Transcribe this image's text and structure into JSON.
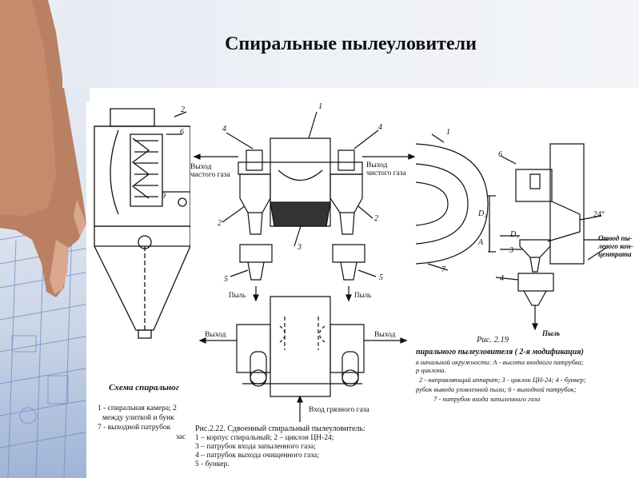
{
  "slide": {
    "title": "Спиральные пылеуловители"
  },
  "left_figure": {
    "numbers": [
      "2",
      "6",
      "9"
    ],
    "caption_title": "Схема спиральног",
    "caption_lines": [
      "1 - спиральная камера; 2",
      "между улиткой и бунк",
      "7 - выходной патрубок",
      "зас"
    ]
  },
  "center_figure": {
    "numbers": [
      "1",
      "4",
      "4",
      "2",
      "2",
      "3",
      "5",
      "5"
    ],
    "label_outlet_left": "Выход\nчистого газа",
    "label_outlet_right": "Выход\nчистого газа",
    "label_dust_left": "Пыль",
    "label_dust_right": "Пыль",
    "label_exit_left": "Выход",
    "label_exit_right": "Выход",
    "label_inlet": "Вход грязного газа",
    "caption_title": "Рис.2.22. Сдвоенный спиральный пылеуловитель:",
    "caption_lines": [
      "1 – корпус спиральный; 2 – циклон ЦН-24;",
      "3 – патрубок входа запыленного газа;",
      "4 – патрубок выхода очищенного газа;",
      "5 - бункер."
    ]
  },
  "right_figure": {
    "numbers": [
      "1",
      "6",
      "7",
      "3",
      "4"
    ],
    "dim_d2": "D₂",
    "dim_a": "A",
    "dim_d1": "D₁",
    "angle": "24°",
    "label_outlet": "Отвод пы-\nлевого кон-\nцентрата",
    "label_dust": "Пыль",
    "fig_number": "Рис. 2.19",
    "caption_title": "пирального пылеуловителя ( 2-я модификация)",
    "caption_lines": [
      "в начальной окружности: A - высота входного патрубка;",
      "р циклона.",
      "2 - направляющий аппарат; 3 - циклон ЦН-24; 4 - бункер;",
      "рубок вывода уловленной пыли; 6 - выходной патрубок;",
      "7 - патрубок входа запыленного газа"
    ]
  }
}
